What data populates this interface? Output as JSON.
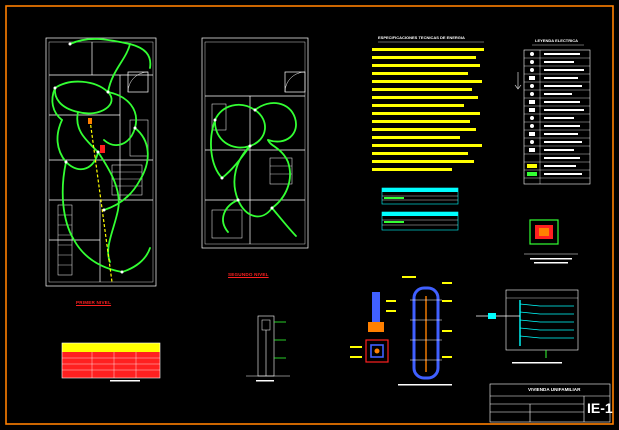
{
  "colors": {
    "background": "#000000",
    "frame": "#ff8000",
    "walls": "#ffffff",
    "wiring": "#33ff33",
    "specs_highlight": "#ffff00",
    "titles": "#ff2020",
    "tables": "#00ffff"
  },
  "plans": {
    "first_floor_title": "PRIMER NIVEL",
    "second_floor_title": "SEGUNDO NIVEL"
  },
  "specifications": {
    "title": "ESPECIFICACIONES TECNICAS DE ENERGIA"
  },
  "legend": {
    "title": "LEYENDA ELECTRICA"
  },
  "title_block": {
    "project": "VIVIENDA UNIFAMILIAR",
    "sheet_number": "IE-1"
  }
}
